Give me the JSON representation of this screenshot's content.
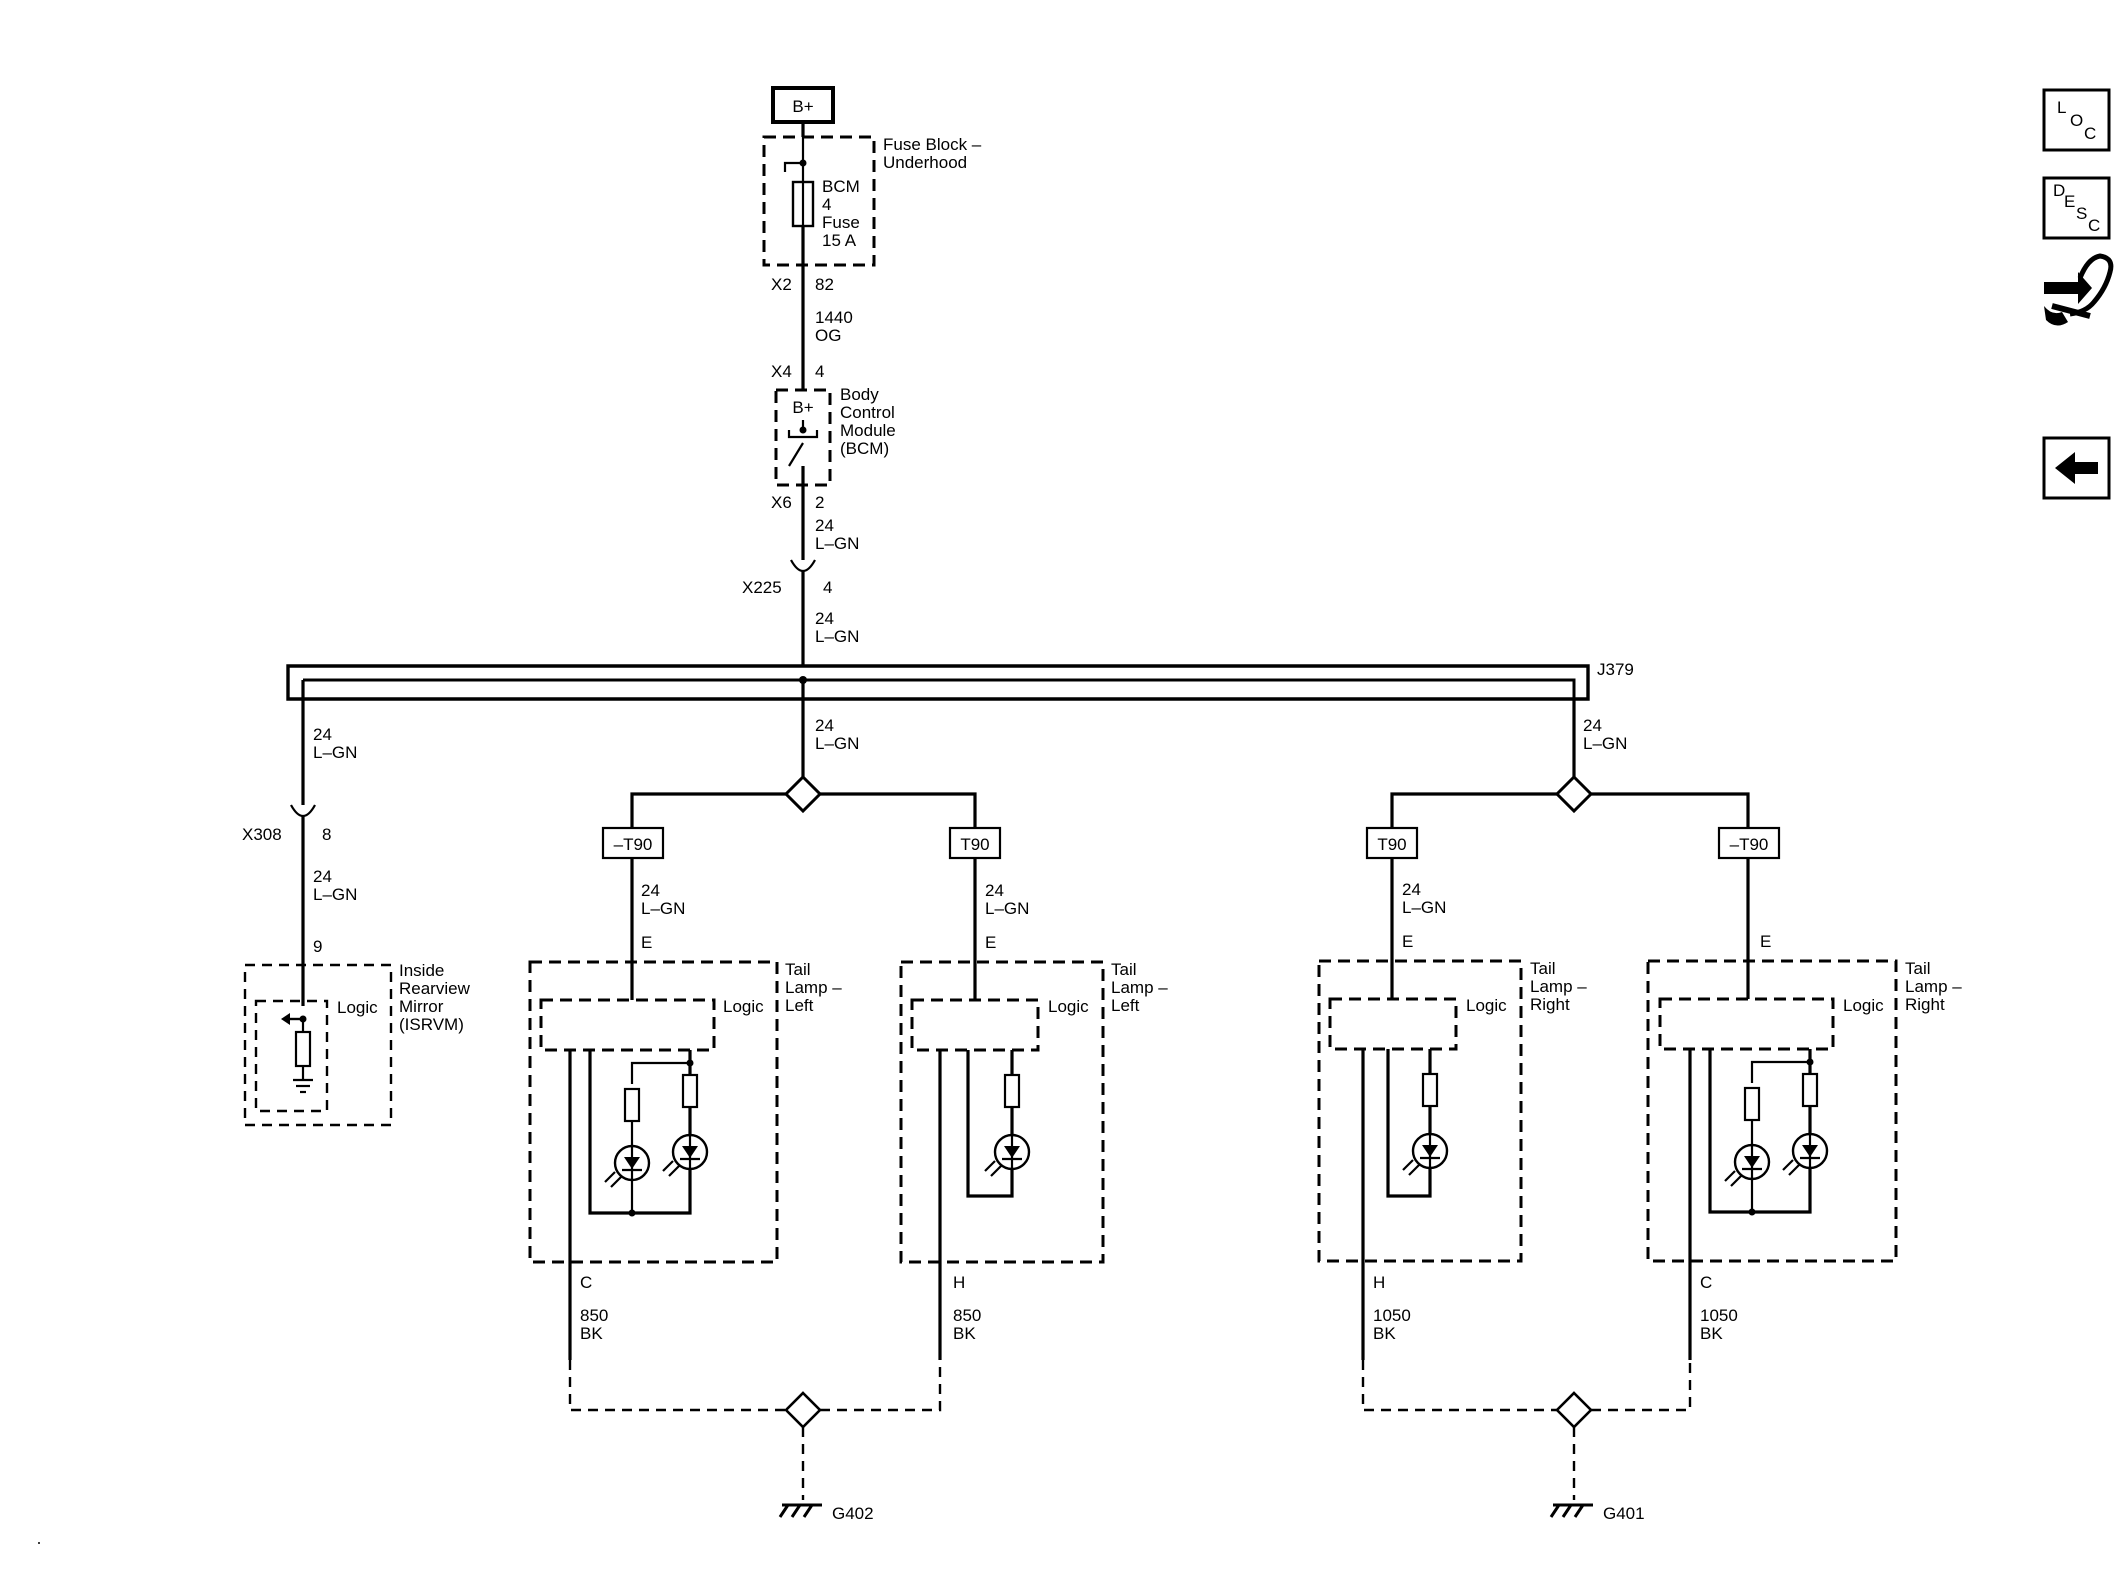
{
  "supply": {
    "b_plus": "B+"
  },
  "fuse_block": {
    "name_line1": "Fuse Block –",
    "name_line2": "Underhood",
    "fuse_line1": "BCM",
    "fuse_line2": "4",
    "fuse_line3": "Fuse",
    "fuse_line4": "15 A",
    "connector": "X2",
    "pin": "82"
  },
  "wire_og": {
    "circuit": "1440",
    "color": "OG"
  },
  "bcm": {
    "b_plus": "B+",
    "name_line1": "Body",
    "name_line2": "Control",
    "name_line3": "Module",
    "name_line4": "(BCM)",
    "in_connector": "X4",
    "in_pin": "4",
    "out_connector": "X6",
    "out_pin": "2"
  },
  "wire_bcm_out": {
    "circuit": "24",
    "color": "L–GN"
  },
  "inline_x225": {
    "connector": "X225",
    "pin": "4"
  },
  "wire_x225_out": {
    "circuit": "24",
    "color": "L–GN"
  },
  "splice_pack": "J379",
  "branch_left": {
    "circuit": "24",
    "color": "L–GN"
  },
  "inline_x308": {
    "connector": "X308",
    "pin": "8"
  },
  "wire_x308_out": {
    "circuit": "24",
    "color": "L–GN"
  },
  "isrvm": {
    "pin": "9",
    "logic": "Logic",
    "name_line1": "Inside",
    "name_line2": "Rearview",
    "name_line3": "Mirror",
    "name_line4": "(ISRVM)"
  },
  "branch_center": {
    "circuit": "24",
    "color": "L–GN"
  },
  "branch_right": {
    "circuit": "24",
    "color": "L–GN"
  },
  "option_codes": {
    "a": "–T90",
    "b": "T90",
    "c": "T90",
    "d": "–T90"
  },
  "lamps": [
    {
      "wire_circuit": "24",
      "wire_color": "L–GN",
      "pin": "E",
      "logic": "Logic",
      "name_line1": "Tail",
      "name_line2": "Lamp –",
      "name_line3": "Left",
      "ground_pin": "C",
      "ground_circuit": "850",
      "ground_color": "BK"
    },
    {
      "wire_circuit": "24",
      "wire_color": "L–GN",
      "pin": "E",
      "logic": "Logic",
      "name_line1": "Tail",
      "name_line2": "Lamp –",
      "name_line3": "Left",
      "ground_pin": "H",
      "ground_circuit": "850",
      "ground_color": "BK"
    },
    {
      "wire_circuit": "24",
      "wire_color": "L–GN",
      "pin": "E",
      "logic": "Logic",
      "name_line1": "Tail",
      "name_line2": "Lamp –",
      "name_line3": "Right",
      "ground_pin": "H",
      "ground_circuit": "1050",
      "ground_color": "BK"
    },
    {
      "wire_circuit": "",
      "wire_color": "",
      "pin": "E",
      "logic": "Logic",
      "name_line1": "Tail",
      "name_line2": "Lamp –",
      "name_line3": "Right",
      "ground_pin": "C",
      "ground_circuit": "1050",
      "ground_color": "BK"
    }
  ],
  "grounds": {
    "left": "G402",
    "right": "G401"
  },
  "nav": {
    "loc": {
      "l": "L",
      "o": "O",
      "c": "C"
    },
    "desc": {
      "d": "D",
      "e": "E",
      "s": "S",
      "c": "C"
    },
    "connector_icon": "connector-tool-icon",
    "back_icon": "back-arrow-icon"
  }
}
